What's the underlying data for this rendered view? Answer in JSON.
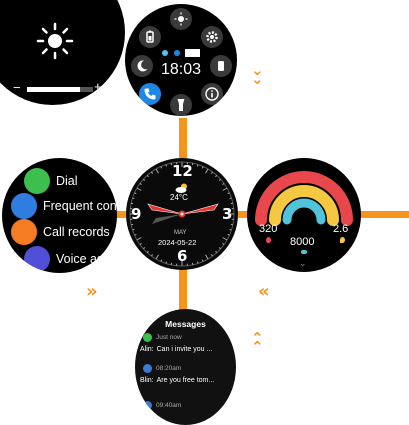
{
  "brightness": {
    "minus_label": "−",
    "plus_label": "+",
    "level": 0.8,
    "icon": "sun-icon"
  },
  "control_center": {
    "time": "18:03",
    "buttons": [
      "battery-icon",
      "brightness-icon",
      "settings-icon",
      "night-mode-icon",
      "flashlight-icon",
      "phone-icon",
      "watch-icon",
      "info-icon"
    ],
    "phone_color": "#1e88e5"
  },
  "contacts_list": {
    "items": [
      {
        "label": "Dial",
        "icon": "dial-icon",
        "color": "#3dbf4e"
      },
      {
        "label": "Frequent contacts",
        "icon": "contacts-icon",
        "color": "#2f7de1"
      },
      {
        "label": "Call records",
        "icon": "call-records-icon",
        "color": "#f57c22"
      },
      {
        "label": "Voice assist",
        "icon": "voice-assistant-icon",
        "color": "#4f4fd8"
      }
    ]
  },
  "watch_face": {
    "numerals": [
      "12",
      "3",
      "6",
      "9"
    ],
    "weather_icon": "cloud-sun-icon",
    "temperature": "24°C",
    "month": "MAY",
    "date": "2024-05-22",
    "accent_color": "#e8332f"
  },
  "activity": {
    "left_value": "320",
    "center_value": "8000",
    "right_value": "2.6",
    "left_icon": "flame-icon",
    "center_icon": "steps-icon",
    "right_icon": "location-icon",
    "rings": [
      "#e8474c",
      "#f5c842",
      "#4fc3d9"
    ]
  },
  "messages": {
    "title": "Messages",
    "items": [
      {
        "time": "Just now",
        "sender": "Alin:",
        "text": "Can i invite you ...",
        "icon_color": "#3dbf4e"
      },
      {
        "time": "08:20am",
        "sender": "Blin:",
        "text": "Are you free tom...",
        "icon_color": "#3a7bd5"
      },
      {
        "time": "09:40am",
        "sender": "",
        "text": "",
        "icon_color": "#3a7bd5"
      }
    ]
  },
  "colors": {
    "accent": "#f7941d"
  }
}
